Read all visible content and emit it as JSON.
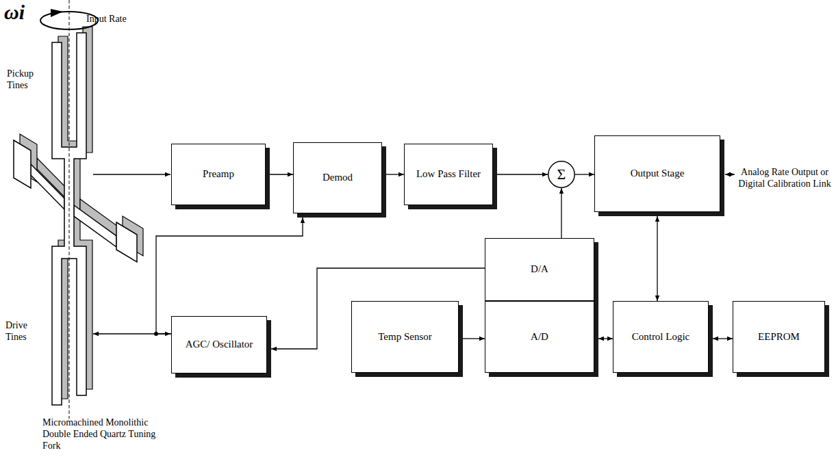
{
  "diagram": {
    "nodes": [
      {
        "text": [
          "Preamp"
        ]
      },
      {
        "text": [
          "Demod"
        ]
      },
      {
        "text": [
          "Low Pass Filter"
        ]
      },
      {
        "text": [
          "Σ"
        ]
      },
      {
        "text": [
          "Output Stage"
        ]
      },
      {
        "text": [
          "D/A"
        ]
      },
      {
        "text": [
          "AGC/ Oscillator"
        ]
      },
      {
        "text": [
          "Temp Sensor"
        ]
      },
      {
        "text": [
          "A/D"
        ]
      },
      {
        "text": [
          "Control Logic"
        ]
      },
      {
        "text": [
          "EEPROM"
        ]
      }
    ],
    "edges": [
      {
        "from": 0,
        "to": 1,
        "arrow": "to"
      },
      {
        "from": 1,
        "to": 2,
        "arrow": "to"
      },
      {
        "from": 2,
        "to": 3,
        "arrow": "to"
      },
      {
        "from": 3,
        "to": 4,
        "arrow": "to"
      },
      {
        "from": 5,
        "to": 3,
        "arrow": "to"
      },
      {
        "from": 6,
        "to": 1,
        "arrow": "to"
      },
      {
        "from": 5,
        "to": 6,
        "arrow": "to"
      },
      {
        "from": 7,
        "to": 8,
        "arrow": "to"
      },
      {
        "from": 8,
        "to": 9,
        "arrow": "both"
      },
      {
        "from": 4,
        "to": 9,
        "arrow": "both"
      },
      {
        "from": 9,
        "to": 10,
        "arrow": "both"
      }
    ],
    "labels": [
      "ωi",
      "Input Rate",
      "Pickup Tines",
      "Drive Tines",
      "Micromachined Monolithic Double Ended Quartz Tuning Fork",
      "Analog Rate Output or Digital Calibration Link"
    ]
  }
}
